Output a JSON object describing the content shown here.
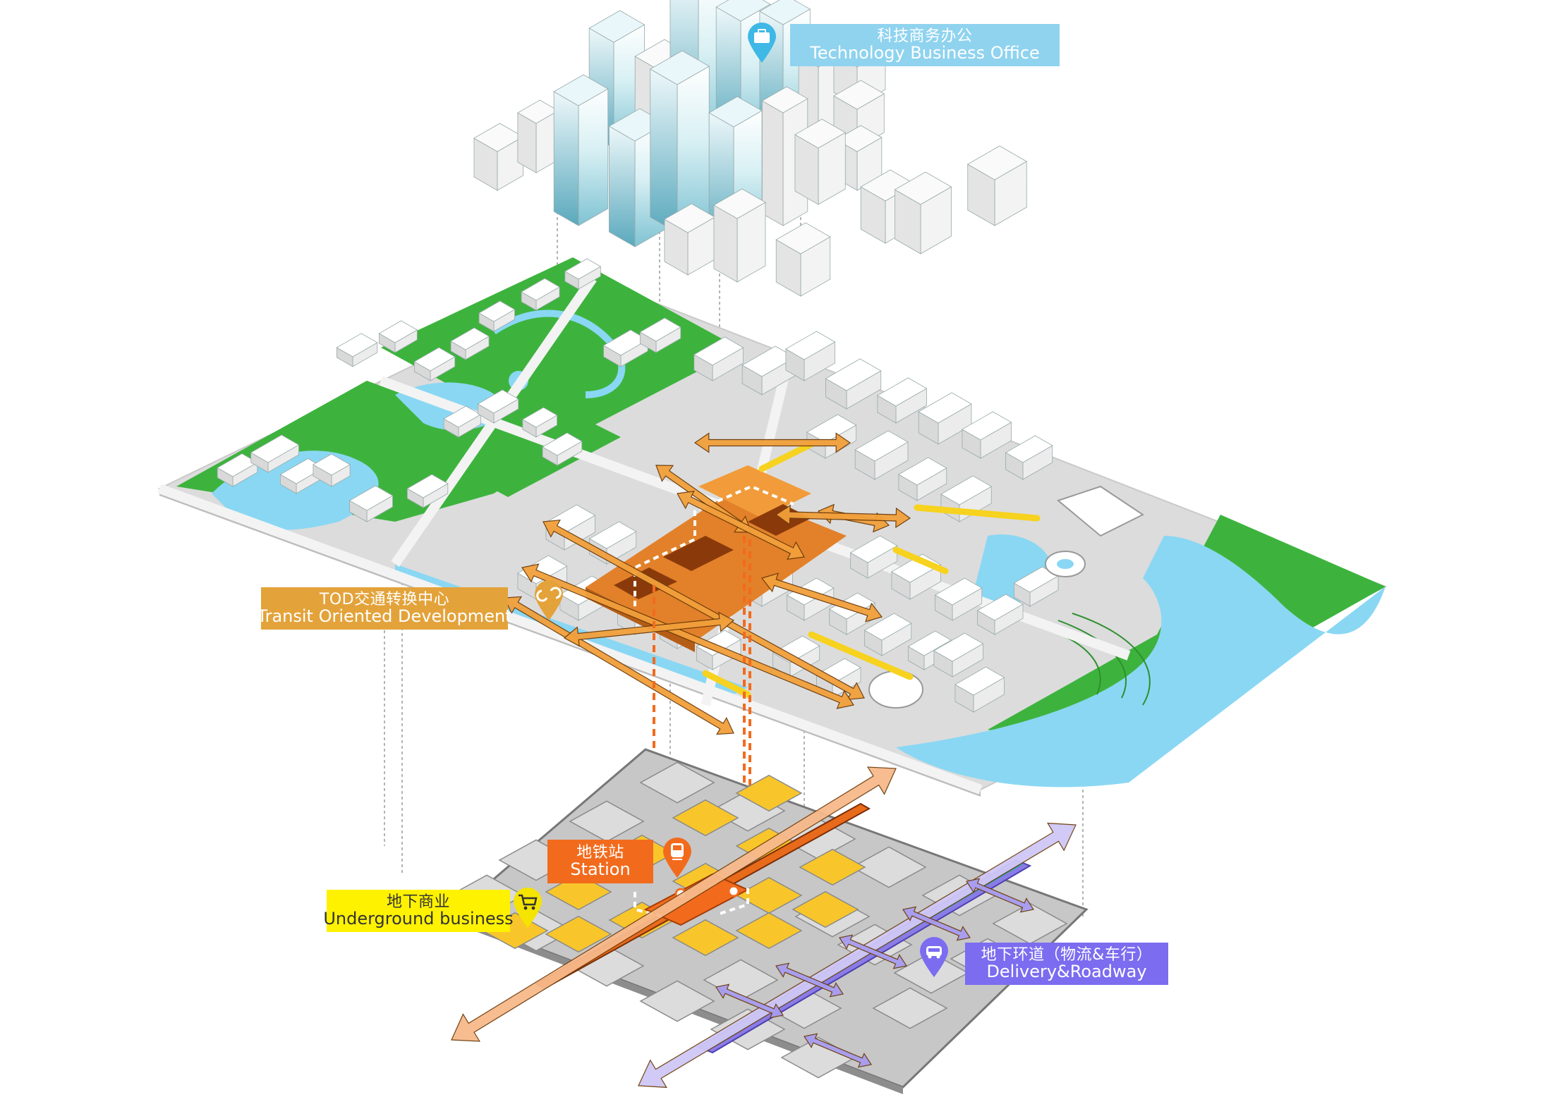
{
  "labels": {
    "office": {
      "zh": "科技商务办公",
      "en": "Technology Business Office",
      "bg": "#8fd3ef",
      "fg": "#ffffff"
    },
    "tod": {
      "zh": "TOD交通转换中心",
      "en": "Transit Oriented Development",
      "bg": "#e3a33a",
      "fg": "#ffffff"
    },
    "station": {
      "zh": "地铁站",
      "en": "Station",
      "bg": "#f26b1d",
      "fg": "#ffffff"
    },
    "ub": {
      "zh": "地下商业",
      "en": "Underground business",
      "bg": "#fff200",
      "fg": "#333333"
    },
    "road": {
      "zh": "地下环道（物流&车行）",
      "en": "Delivery&Roadway",
      "bg": "#7b6cf0",
      "fg": "#ffffff"
    }
  },
  "icons": {
    "office": "briefcase-icon",
    "tod": "transfer-icon",
    "station": "train-icon",
    "ub": "shopping-cart-icon",
    "road": "car-icon"
  },
  "colors": {
    "water": "#8ad7f3",
    "green": "#3db33d",
    "ground": "#e6e6e6",
    "buildings": "#f4f4f4",
    "office_towers": "#bfe6ef",
    "tod_hub": "#e2812a",
    "ped_arrow": "#f2a03b",
    "road_link": "#f7d21e",
    "underground_plate": "#c7c7c7",
    "retail_blocks": "#f8c62a",
    "metro_line": "#e86a1b",
    "delivery_road": "#9b8ee8"
  }
}
